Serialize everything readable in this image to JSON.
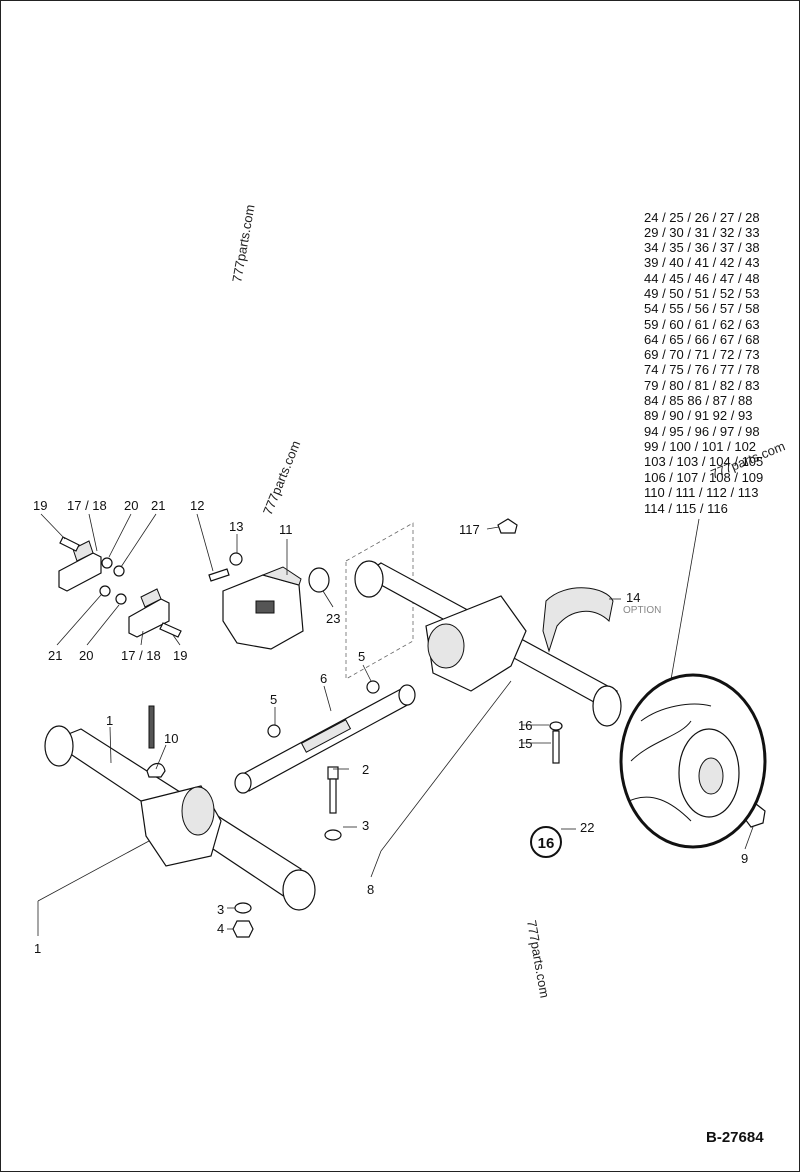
{
  "watermarks": [
    "777parts.com",
    "777parts.com",
    "777parts.com",
    "777parts.com"
  ],
  "doc_id": "B-27684",
  "badge": "16",
  "option_label": "OPTION",
  "wheel_parts_list": [
    "24 / 25 / 26 / 27 / 28",
    "29 / 30 / 31 / 32 / 33",
    "34 / 35 / 36 / 37 / 38",
    "39 / 40 / 41 / 42 / 43",
    "44 / 45 / 46 / 47 / 48",
    "49 / 50 / 51 / 52 / 53",
    "54 / 55 / 56 / 57 / 58",
    "59 / 60 / 61 / 62 / 63",
    "64 / 65 / 66 / 67 / 68",
    "69 / 70 / 71 / 72 / 73",
    "74 / 75 / 76 / 77 / 78",
    "79 / 80 / 81 / 82 / 83",
    "84 / 85    86 / 87 / 88",
    "89 / 90 / 91    92 / 93",
    "94 / 95 / 96 / 97 / 98",
    "99 / 100 / 101 / 102",
    "103 / 103 / 104 / 105",
    "106 / 107 / 108 / 109",
    "110 / 111 / 112 / 113",
    "114 / 115 / 116"
  ],
  "callouts": {
    "c19a": "19",
    "c1718a": "17 / 18",
    "c20a": "20",
    "c21a": "21",
    "c12": "12",
    "c13": "13",
    "c11": "11",
    "c23": "23",
    "c21b": "21",
    "c20b": "20",
    "c1718b": "17 / 18",
    "c19b": "19",
    "c117": "117",
    "c14": "14",
    "c1a": "1",
    "c10": "10",
    "c6": "6",
    "c5a": "5",
    "c5b": "5",
    "c2": "2",
    "c3a": "3",
    "c16": "16",
    "c15": "15",
    "c22": "22",
    "c9": "9",
    "c8": "8",
    "c3b": "3",
    "c4": "4",
    "c1b": "1"
  }
}
